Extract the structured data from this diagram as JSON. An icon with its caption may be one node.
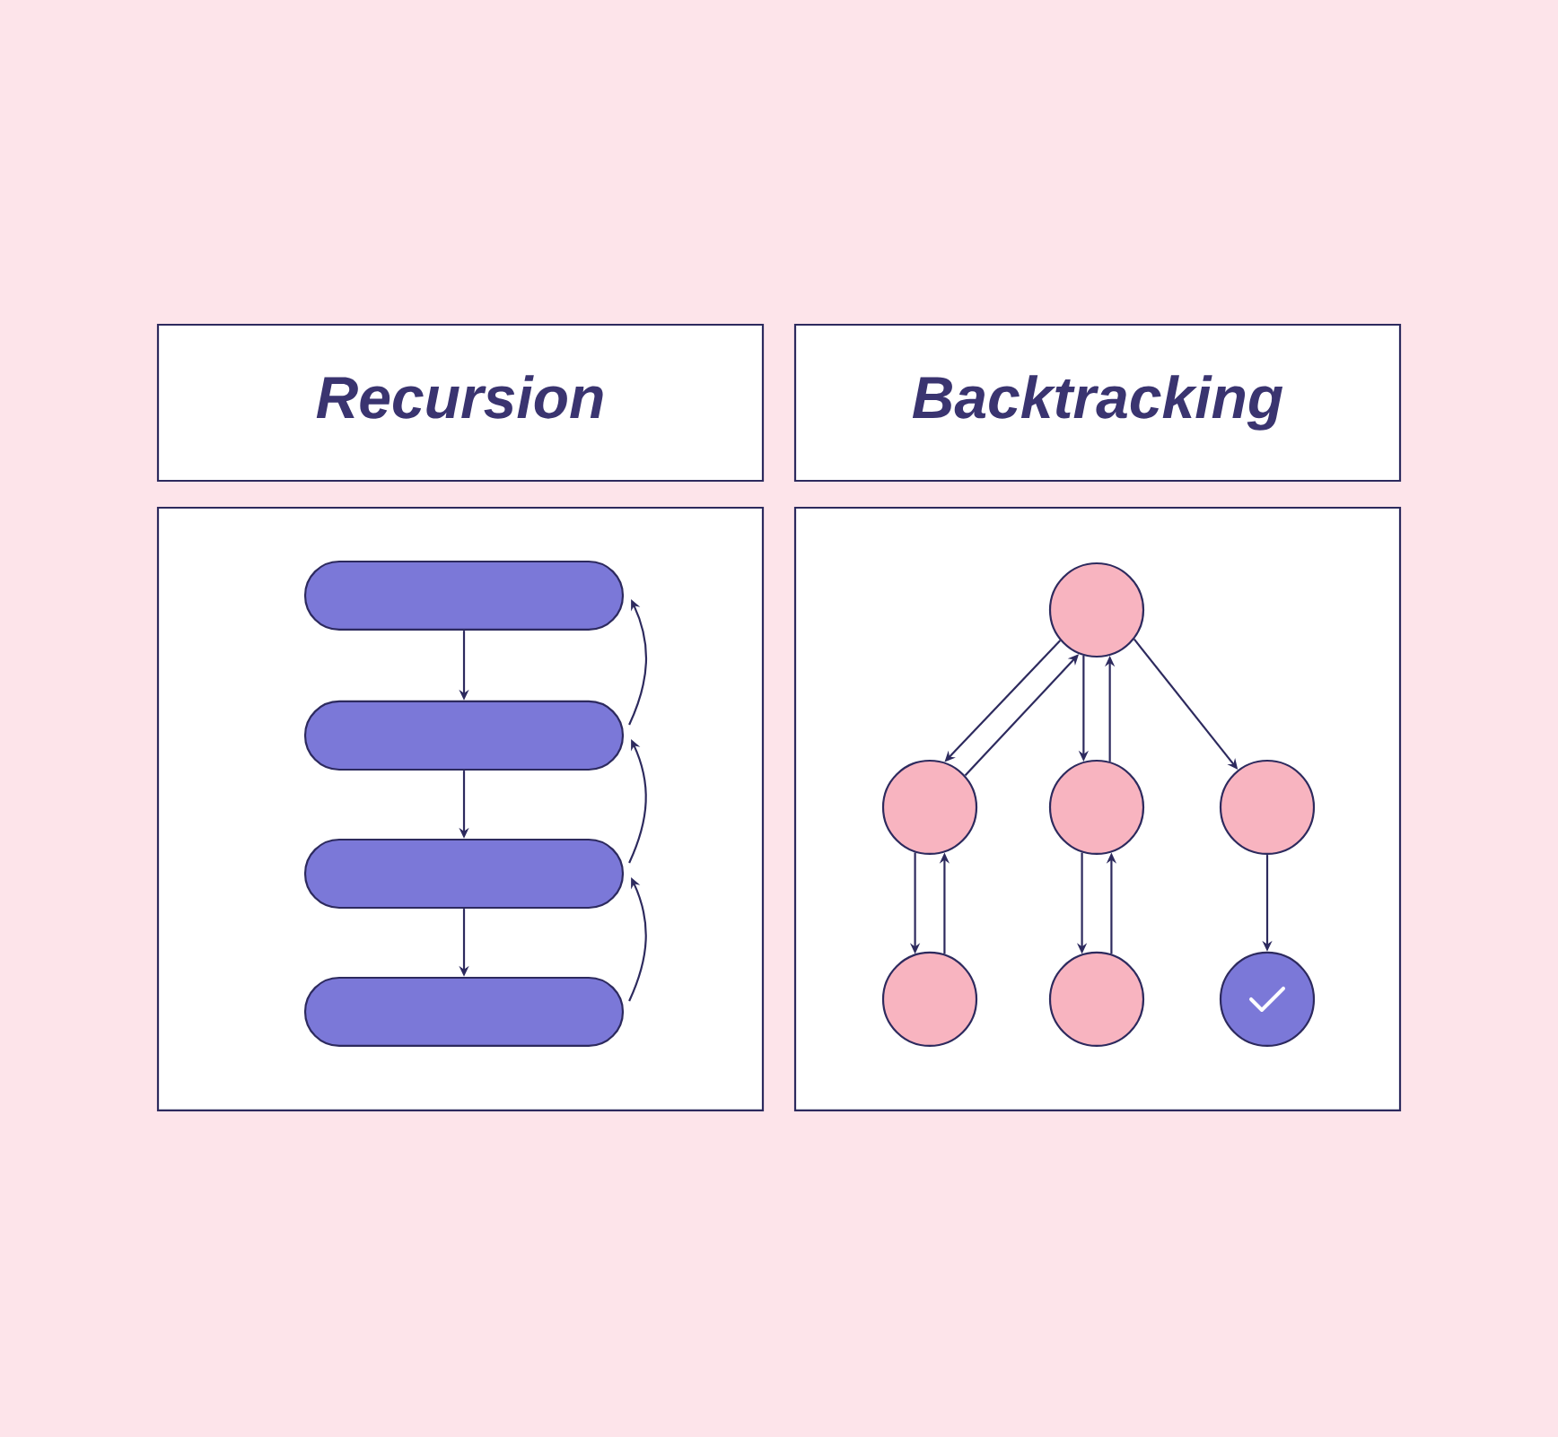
{
  "diagram": {
    "nodes": [
      {
        "text": [
          "Recursion"
        ]
      },
      {
        "text": [
          "Backtracking"
        ]
      },
      {
        "text": [],
        "shape": "box"
      },
      {
        "text": [],
        "shape": "box"
      },
      {
        "text": [],
        "shape": "bar",
        "in": 2
      },
      {
        "text": [],
        "shape": "bar",
        "in": 2
      },
      {
        "text": [],
        "shape": "bar",
        "in": 2
      },
      {
        "text": [],
        "shape": "bar",
        "in": 2
      },
      {
        "text": [],
        "shape": "circle",
        "in": 3
      },
      {
        "text": [],
        "shape": "circle",
        "in": 3
      },
      {
        "text": [],
        "shape": "circle",
        "in": 3
      },
      {
        "text": [],
        "shape": "circle",
        "in": 3
      },
      {
        "text": [],
        "shape": "circle",
        "in": 3
      },
      {
        "text": [],
        "shape": "circle",
        "in": 3
      },
      {
        "text": [],
        "shape": "circle",
        "in": 3
      }
    ],
    "edges": [
      {
        "from": 4,
        "to": 5,
        "arrow": "to"
      },
      {
        "from": 5,
        "to": 6,
        "arrow": "to"
      },
      {
        "from": 6,
        "to": 7,
        "arrow": "to"
      },
      {
        "from": 5,
        "to": 4,
        "arrow": "to"
      },
      {
        "from": 6,
        "to": 5,
        "arrow": "to"
      },
      {
        "from": 7,
        "to": 6,
        "arrow": "to"
      },
      {
        "from": 8,
        "to": 9,
        "arrow": "to"
      },
      {
        "from": 9,
        "to": 8,
        "arrow": "to"
      },
      {
        "from": 8,
        "to": 10,
        "arrow": "to"
      },
      {
        "from": 10,
        "to": 8,
        "arrow": "to"
      },
      {
        "from": 8,
        "to": 11,
        "arrow": "to"
      },
      {
        "from": 9,
        "to": 12,
        "arrow": "to"
      },
      {
        "from": 12,
        "to": 9,
        "arrow": "to"
      },
      {
        "from": 10,
        "to": 13,
        "arrow": "to"
      },
      {
        "from": 13,
        "to": 10,
        "arrow": "to"
      },
      {
        "from": 11,
        "to": 14,
        "arrow": "to"
      }
    ]
  }
}
